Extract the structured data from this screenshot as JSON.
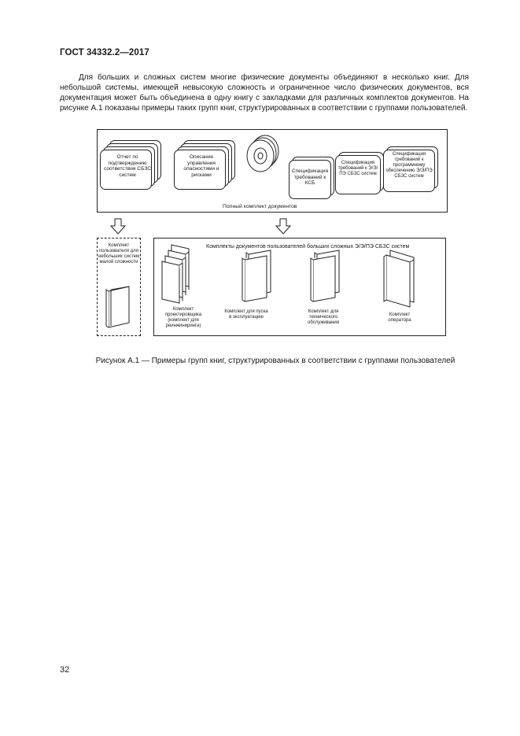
{
  "header": {
    "title": "ГОСТ 34332.2—2017"
  },
  "intro": {
    "text": "Для больших и сложных систем многие физические документы объединяют в несколько книг. Для небольшой системы, имеющей невысокую сложность и ограниченное число физических документов, вся документация может быть объединена в одну книгу с закладками для различных комплектов документов. На рисунке А.1 показаны примеры таких групп книг, структурированных в соответствии с группами пользователей."
  },
  "figure": {
    "documents": {
      "report": "Отчет по подтверждению соответствия СБЗС систем",
      "hazards": "Описание управления опасностями и рисками",
      "ksb_spec": "Спецификация требований к КСБ",
      "eep_spec": "Спецификация требований к Э/Э/ПЭ СБЗС систем",
      "software_spec": "Спецификация требований к программному обеспечению Э/Э/ПЭ СБЗС систем"
    },
    "full_set_label": "Полный комплект документов",
    "small_system_label": "Комплект пользователя для небольших систем малой сложности",
    "large_system_title": "Комплекты документов пользователей больших сложных Э/Э/ПЭ СБЗС систем",
    "sets": {
      "designer": "Комплект проектировщика (комплект для реинжиниринга)",
      "commissioning": "Комплект для пуска в эксплуатацию",
      "maintenance": "Комплект для технического обслуживания",
      "operator": "Комплект оператора"
    },
    "caption": "Рисунок А.1 — Примеры групп книг, структурированных в соответствии с группами пользователей"
  },
  "page": {
    "number": "32"
  }
}
